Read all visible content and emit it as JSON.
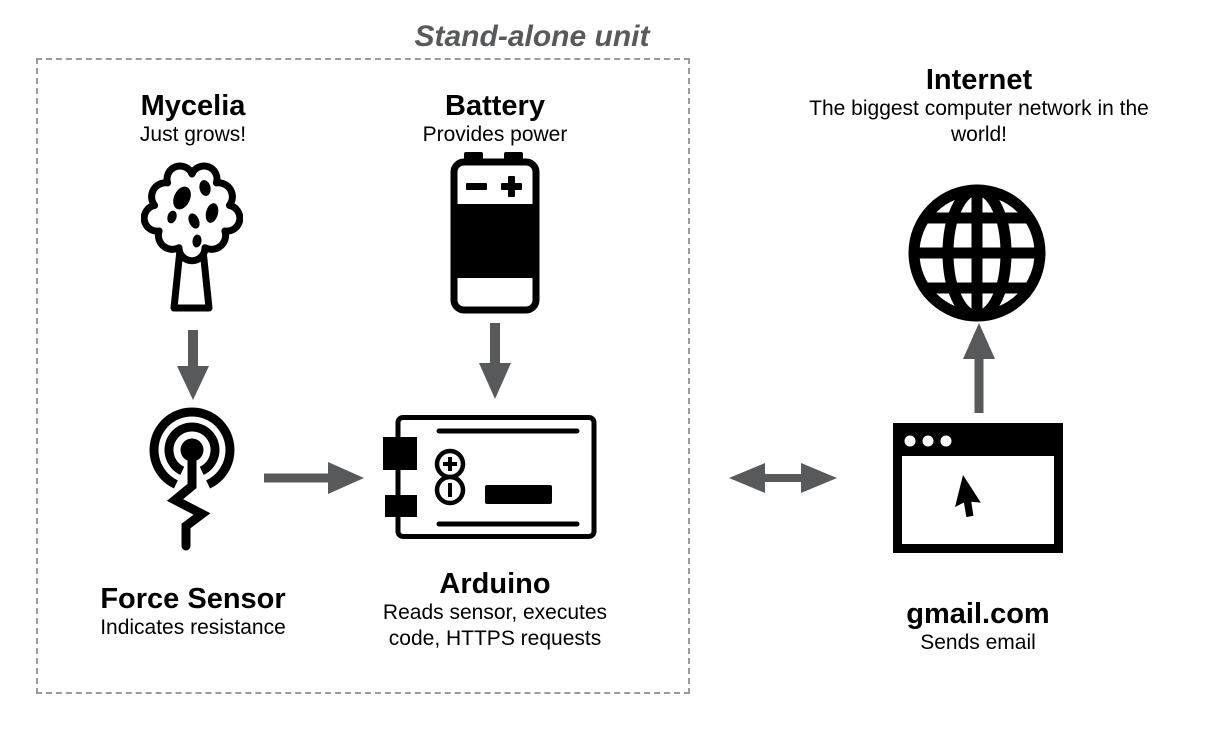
{
  "title": "Stand-alone unit",
  "colors": {
    "text": "#000000",
    "icon": "#000000",
    "arrow": "#58595b",
    "title_text": "#58595b",
    "border_dash": "#9b9b9b"
  },
  "nodes": [
    {
      "id": "mycelia",
      "label": "Mycelia",
      "desc": "Just grows!",
      "icon": "mycelia-blob-icon"
    },
    {
      "id": "battery",
      "label": "Battery",
      "desc": "Provides power",
      "icon": "battery-icon"
    },
    {
      "id": "force-sensor",
      "label": "Force Sensor",
      "desc": "Indicates resistance",
      "icon": "force-sensor-icon"
    },
    {
      "id": "arduino",
      "label": "Arduino",
      "desc": "Reads sensor, executes code, HTTPS requests",
      "icon": "arduino-board-icon"
    },
    {
      "id": "internet",
      "label": "Internet",
      "desc": "The biggest computer network in the world!",
      "icon": "globe-icon"
    },
    {
      "id": "gmail",
      "label": "gmail.com",
      "desc": "Sends email",
      "icon": "browser-window-icon"
    }
  ],
  "connections": [
    {
      "from": "mycelia",
      "to": "force-sensor",
      "direction": "down"
    },
    {
      "from": "battery",
      "to": "arduino",
      "direction": "down"
    },
    {
      "from": "force-sensor",
      "to": "arduino",
      "direction": "right"
    },
    {
      "from": "arduino",
      "to": "gmail",
      "direction": "bidirectional"
    },
    {
      "from": "gmail",
      "to": "internet",
      "direction": "up"
    }
  ]
}
